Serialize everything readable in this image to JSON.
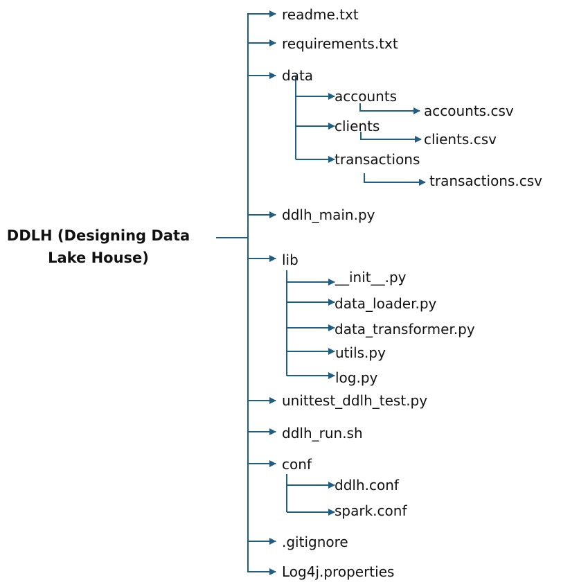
{
  "tree": {
    "root_label": "DDLH (Designing Data Lake House)",
    "items": {
      "readme": "readme.txt",
      "requirements": "requirements.txt",
      "data": "data",
      "accounts": "accounts",
      "accounts_csv": "accounts.csv",
      "clients": "clients",
      "clients_csv": "clients.csv",
      "transactions": "transactions",
      "transactions_csv": "transactions.csv",
      "ddlh_main": "ddlh_main.py",
      "lib": "lib",
      "init": "__init__.py",
      "data_loader": "data_loader.py",
      "data_transformer": "data_transformer.py",
      "utils": "utils.py",
      "log": "log.py",
      "unittest": "unittest_ddlh_test.py",
      "ddlh_run": "ddlh_run.sh",
      "conf": "conf",
      "ddlh_conf": "ddlh.conf",
      "spark_conf": "spark.conf",
      "gitignore": ".gitignore",
      "log4j": "Log4j.properties"
    }
  },
  "colors": {
    "connector": "#1f5f85",
    "text": "#111111"
  }
}
